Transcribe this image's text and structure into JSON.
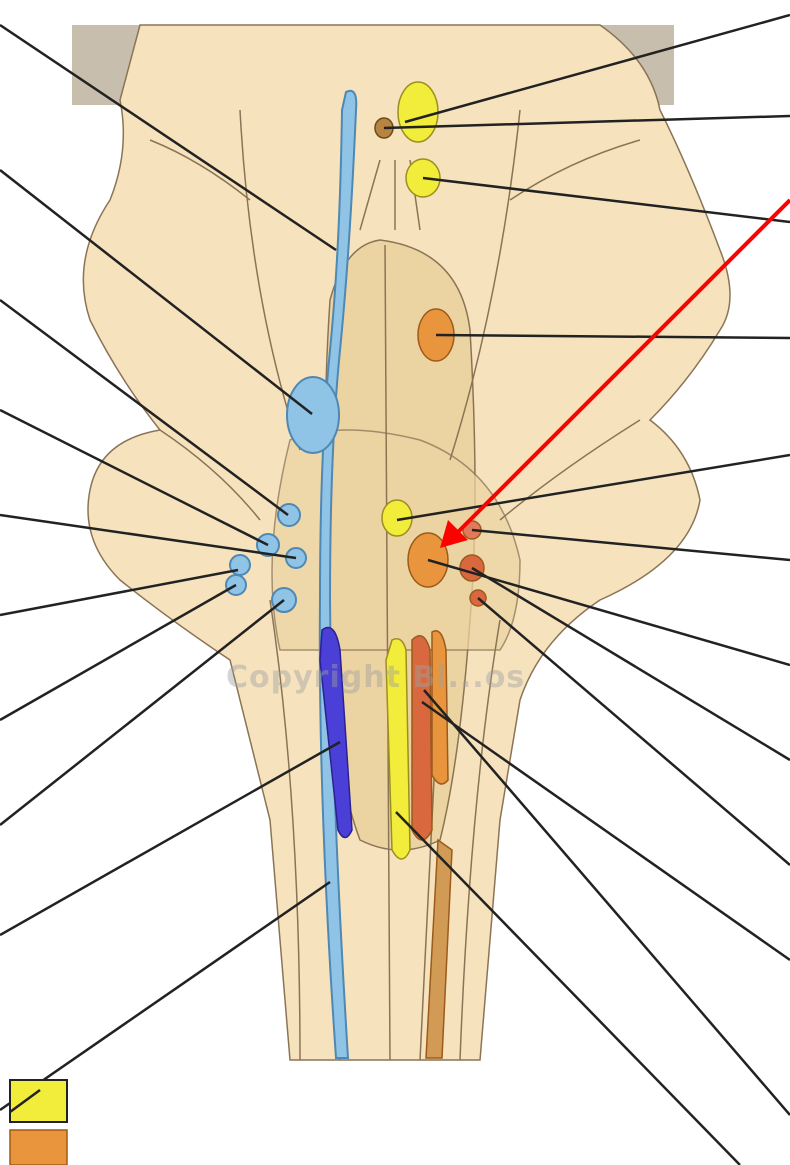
{
  "watermark_text": "Copyright Bl...os",
  "colors": {
    "background": "#ffffff",
    "tissue_light": "#f6e3bd",
    "tissue_mid": "#ecd3a2",
    "tissue_dark": "#dcbf8a",
    "cerebellum_gray": "#c8beae",
    "outline": "#8a7456",
    "nerve_blue": "#8fc4e6",
    "nerve_blue_dark": "#4f88b3",
    "motor_purple": "#4a3fd6",
    "sensory_yellow": "#f2ec3a",
    "parasymp_orange": "#e8953e",
    "motor_red": "#d9683f",
    "brown_nucleus": "#b88540",
    "leader_line": "#222222",
    "pointer_arrow": "#ff0000"
  },
  "legend": {
    "items": [
      {
        "color_key": "sensory_yellow"
      },
      {
        "color_key": "parasymp_orange"
      }
    ]
  }
}
